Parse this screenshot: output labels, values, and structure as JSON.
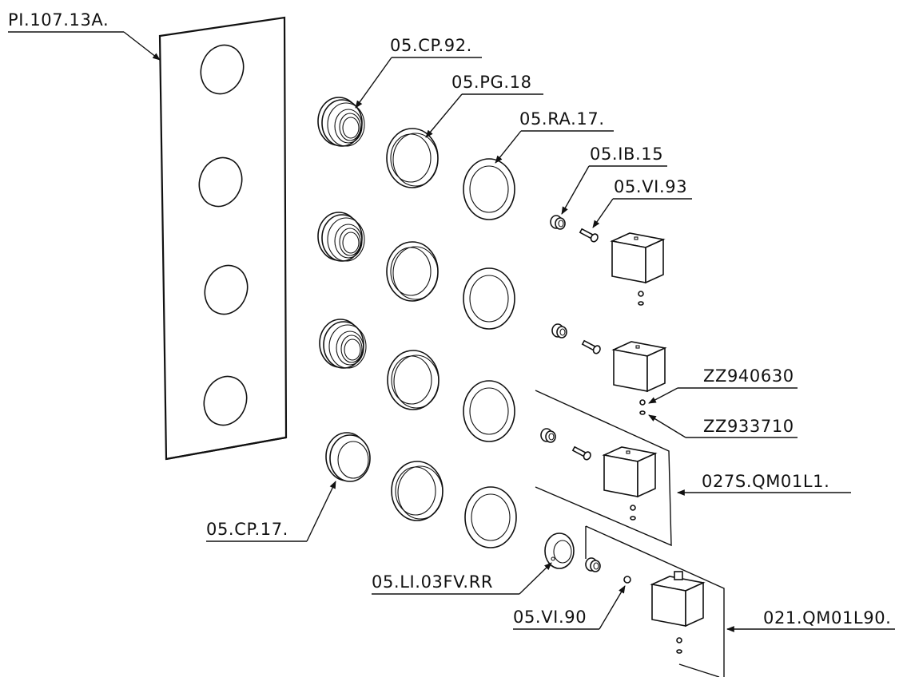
{
  "diagram": {
    "labels": {
      "panel": "PI.107.13A.",
      "cp92": "05.CP.92.",
      "pg18": "05.PG.18",
      "ra17": "05.RA.17.",
      "ib15": "05.IB.15",
      "vi93": "05.VI.93",
      "zz940630": "ZZ940630",
      "zz933710": "ZZ933710",
      "qm027": "027S.QM01L1.",
      "cp17": "05.CP.17.",
      "li03": "05.LI.03FV.RR",
      "vi90": "05.VI.90",
      "qm021": "021.QM01L90."
    },
    "colors": {
      "ink": "#111111",
      "paper": "#ffffff"
    }
  }
}
